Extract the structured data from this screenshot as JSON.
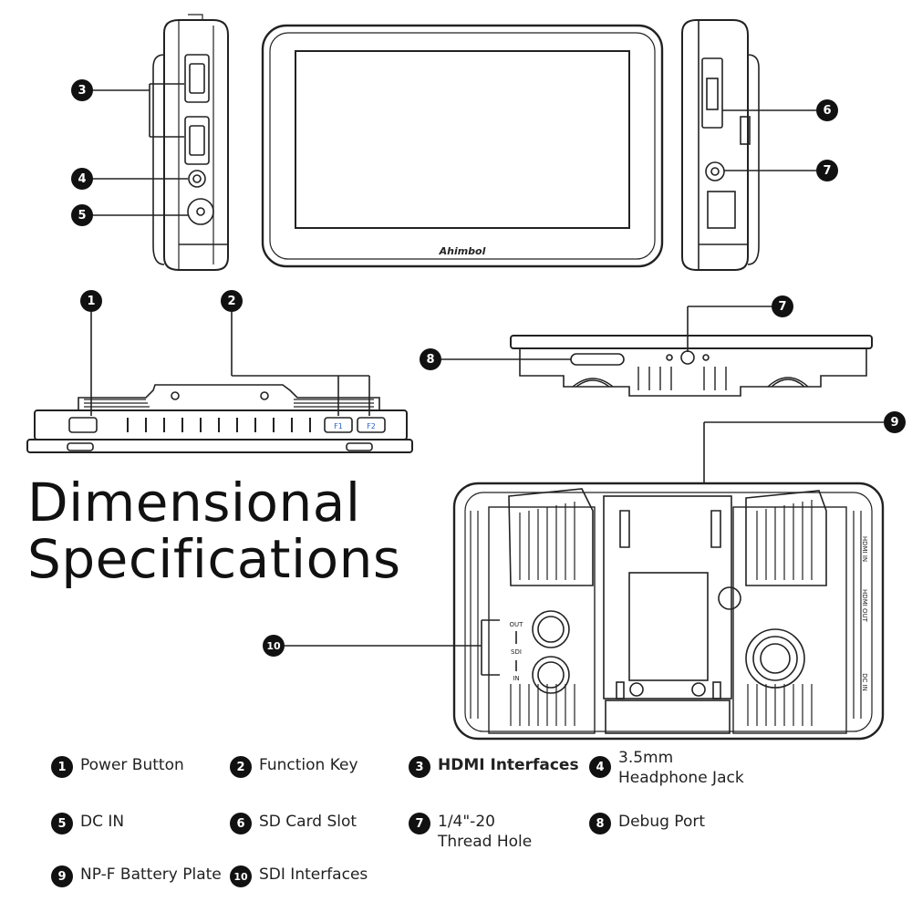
{
  "title": {
    "line1": "Dimensional",
    "line2": "Specifications"
  },
  "brand_logo": "Ahimbol",
  "device_labels": {
    "f1": "F1",
    "f2": "F2",
    "sdi_out": "OUT",
    "sdi": "SDI",
    "sdi_in": "IN",
    "hdmi_in": "HDMI IN",
    "hdmi_out": "HDMI OUT",
    "dc_in": "DC IN"
  },
  "callouts": [
    "1",
    "2",
    "3",
    "4",
    "5",
    "6",
    "7",
    "7",
    "8",
    "9",
    "10"
  ],
  "legend": [
    {
      "num": "1",
      "label": "Power Button"
    },
    {
      "num": "2",
      "label": "Function Key"
    },
    {
      "num": "3",
      "label": "HDMI Interfaces"
    },
    {
      "num": "4",
      "label": "3.5mm",
      "label2": "Headphone Jack"
    },
    {
      "num": "5",
      "label": "DC IN"
    },
    {
      "num": "6",
      "label": "SD Card Slot"
    },
    {
      "num": "7",
      "label": "1/4\"-20",
      "label2": "Thread Hole"
    },
    {
      "num": "8",
      "label": "Debug Port"
    },
    {
      "num": "9",
      "label": "NP-F Battery Plate"
    },
    {
      "num": "10",
      "label": "SDI Interfaces"
    }
  ]
}
